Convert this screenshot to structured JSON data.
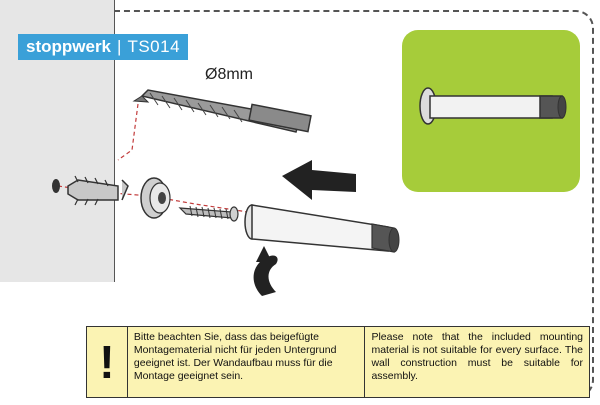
{
  "brand": {
    "name": "stoppwerk",
    "separator": "|",
    "model": "TS014"
  },
  "drill": {
    "size_label": "Ø8mm"
  },
  "notice": {
    "de": "Bitte beachten Sie, dass das beigefügte Montagematerial nicht für jeden Untergrund geeignet ist. Der Wandaufbau muss für die Montage geeignet sein.",
    "en": "Please note that the included mounting material is not suitable for every surface. The wall construction must be suitable for assembly."
  },
  "colors": {
    "brand": "#3aa0d8",
    "result_panel": "#a6cc3a",
    "notice_bg": "#fbf3b3",
    "wall": "#e6e6e6"
  },
  "icons": [
    "drill-bit-icon",
    "wall-plug-icon",
    "washer-icon",
    "screw-icon",
    "door-stop-rod-icon",
    "arrow-left-icon",
    "rotate-arrow-icon",
    "exclamation-icon"
  ]
}
